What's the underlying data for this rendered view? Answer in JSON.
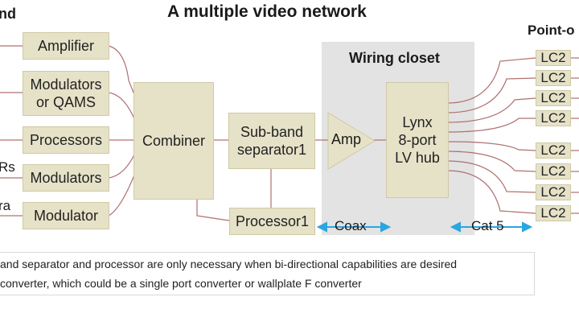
{
  "title": "A multiple video network",
  "left_header": "nd",
  "right_header": "Point-o",
  "wiring_closet": "Wiring closet",
  "sources": [
    {
      "label": "Amplifier"
    },
    {
      "label_line1": "Modulators",
      "label_line2": "or QAMS"
    },
    {
      "label": "Processors"
    },
    {
      "label": "Modulators"
    },
    {
      "label": "Modulator"
    }
  ],
  "left_fragments": [
    "Rs",
    "ra"
  ],
  "combiner": "Combiner",
  "sub_band": {
    "line1": "Sub-band",
    "line2": "separator1"
  },
  "processor": "Processor1",
  "amp": "Amp",
  "hub": {
    "line1": "Lynx",
    "line2": "8-port",
    "line3": "LV hub"
  },
  "outputs": [
    "LC2",
    "LC2",
    "LC2",
    "LC2",
    "LC2",
    "LC2",
    "LC2",
    "LC2"
  ],
  "legend": {
    "coax": "Coax",
    "cat5": "Cat 5"
  },
  "notes": [
    "and separator and processor are only necessary when bi-directional capabilities are desired",
    "converter, which could be a single port converter or wallplate F converter"
  ],
  "colors": {
    "box": "#e6e2c8",
    "closet": "#e3e3e3",
    "wire": "#b07070",
    "arrow": "#2aa6e0"
  }
}
